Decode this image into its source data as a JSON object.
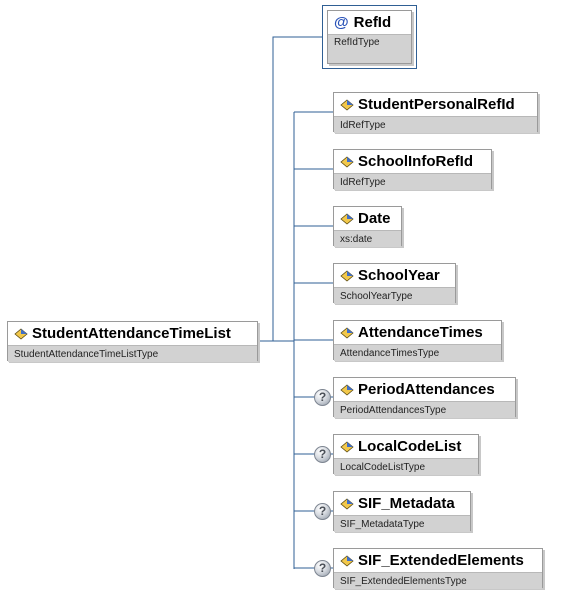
{
  "root": {
    "name": "StudentAttendanceTimeList",
    "type": "StudentAttendanceTimeListType"
  },
  "attribute": {
    "symbol": "@",
    "name": "RefId",
    "type": "RefIdType"
  },
  "children": [
    {
      "name": "StudentPersonalRefId",
      "type": "IdRefType",
      "optional": false
    },
    {
      "name": "SchoolInfoRefId",
      "type": "IdRefType",
      "optional": false
    },
    {
      "name": "Date",
      "type": "xs:date",
      "optional": false
    },
    {
      "name": "SchoolYear",
      "type": "SchoolYearType",
      "optional": false
    },
    {
      "name": "AttendanceTimes",
      "type": "AttendanceTimesType",
      "optional": false
    },
    {
      "name": "PeriodAttendances",
      "type": "PeriodAttendancesType",
      "optional": true
    },
    {
      "name": "LocalCodeList",
      "type": "LocalCodeListType",
      "optional": true
    },
    {
      "name": "SIF_Metadata",
      "type": "SIF_MetadataType",
      "optional": true
    },
    {
      "name": "SIF_ExtendedElements",
      "type": "SIF_ExtendedElementsType",
      "optional": true
    }
  ],
  "optional_marker": "?",
  "colors": {
    "connector": "#2f5f94",
    "type_bar": "#d2d2d2",
    "attr_symbol": "#2a53b8"
  },
  "icons": {
    "element": "element-diamond-icon",
    "optional": "optional-question-icon",
    "attribute": "attribute-at-icon"
  }
}
